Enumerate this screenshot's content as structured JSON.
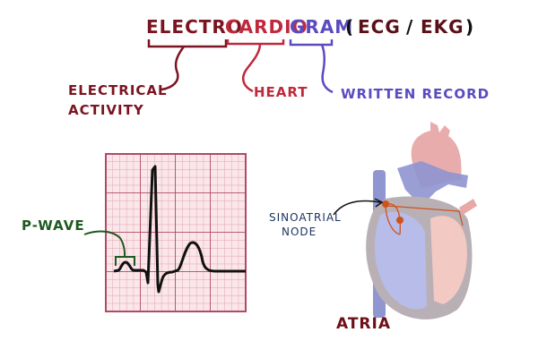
{
  "title": {
    "parts": [
      {
        "text": "ELECTRO",
        "color": "#7a1420"
      },
      {
        "text": "CARDIO",
        "color": "#c0283c"
      },
      {
        "text": "GRAM",
        "color": "#5a4cc0"
      }
    ],
    "abbreviation": {
      "open": "(",
      "ecg": "ECG",
      "slash": "/",
      "ekg": "EKG",
      "close": ")"
    }
  },
  "meanings": {
    "electro": {
      "line1": "ELECTRICAL",
      "line2": "ACTIVITY",
      "color": "#7a1420"
    },
    "cardio": {
      "text": "HEART",
      "color": "#c0283c"
    },
    "gram": {
      "text": "WRITTEN RECORD",
      "color": "#5a4cc0"
    }
  },
  "ecg_strip": {
    "label": "P-WAVE",
    "label_color": "#1e5a1e",
    "grid_color_major": "#b04a66",
    "grid_color_minor": "#dea0b0",
    "paper_color": "#fbe6ea",
    "trace_color": "#111111"
  },
  "heart": {
    "sa_node_label_line1": "SINOATRIAL",
    "sa_node_label_line2": "NODE",
    "label_color": "#1c3560",
    "node_color": "#d0521a",
    "bottom_label": "ATRIA",
    "bottom_label_color": "#6e1018"
  }
}
